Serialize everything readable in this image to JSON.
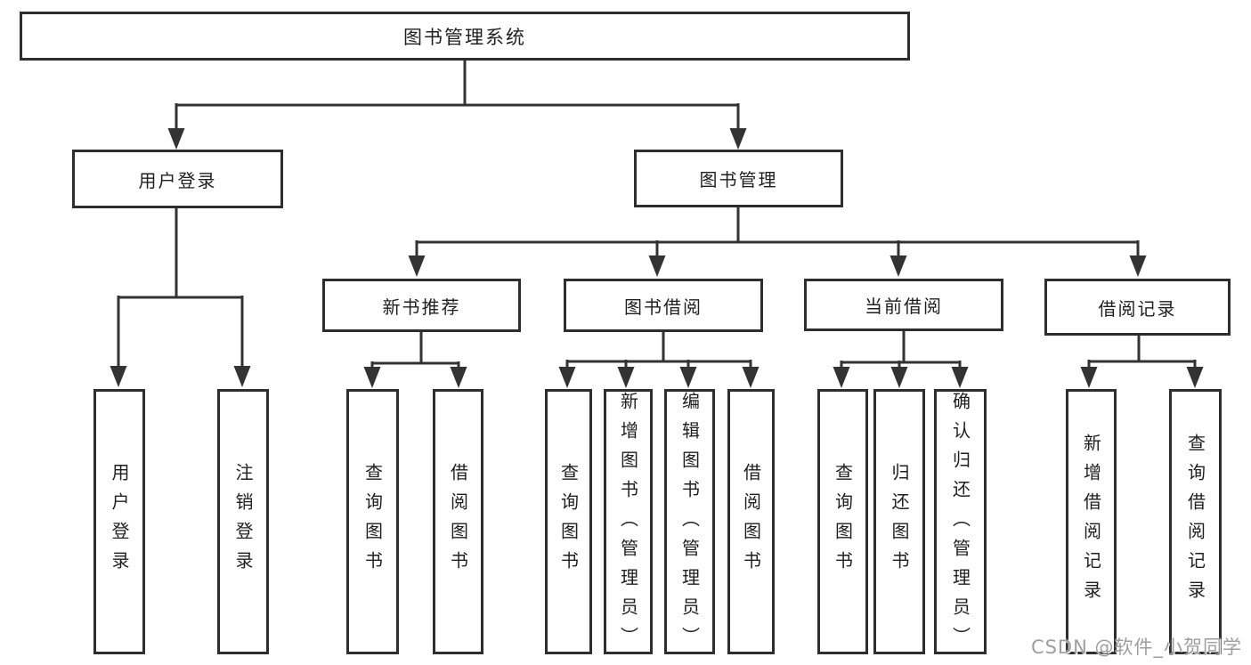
{
  "tree": {
    "root": "图书管理系统",
    "children": [
      {
        "label": "用户登录",
        "children": [
          "用户登录",
          "注销登录"
        ]
      },
      {
        "label": "图书管理",
        "children": [
          {
            "label": "新书推荐",
            "children": [
              "查询图书",
              "借阅图书"
            ]
          },
          {
            "label": "图书借阅",
            "children": [
              "查询图书",
              "新增图书（管理员）",
              "编辑图书（管理员）",
              "借阅图书"
            ]
          },
          {
            "label": "当前借阅",
            "children": [
              "查询图书",
              "归还图书",
              "确认归还（管理员）"
            ]
          },
          {
            "label": "借阅记录",
            "children": [
              "新增借阅记录",
              "查询借阅记录"
            ]
          }
        ]
      }
    ]
  },
  "watermark": {
    "text": "CSDN @软件_小贺同学"
  },
  "colors": {
    "line": "#333333",
    "box_border": "#2e2e2e",
    "text": "#1f1f1f",
    "watermark": "#9e9e9e",
    "background": "#ffffff"
  }
}
